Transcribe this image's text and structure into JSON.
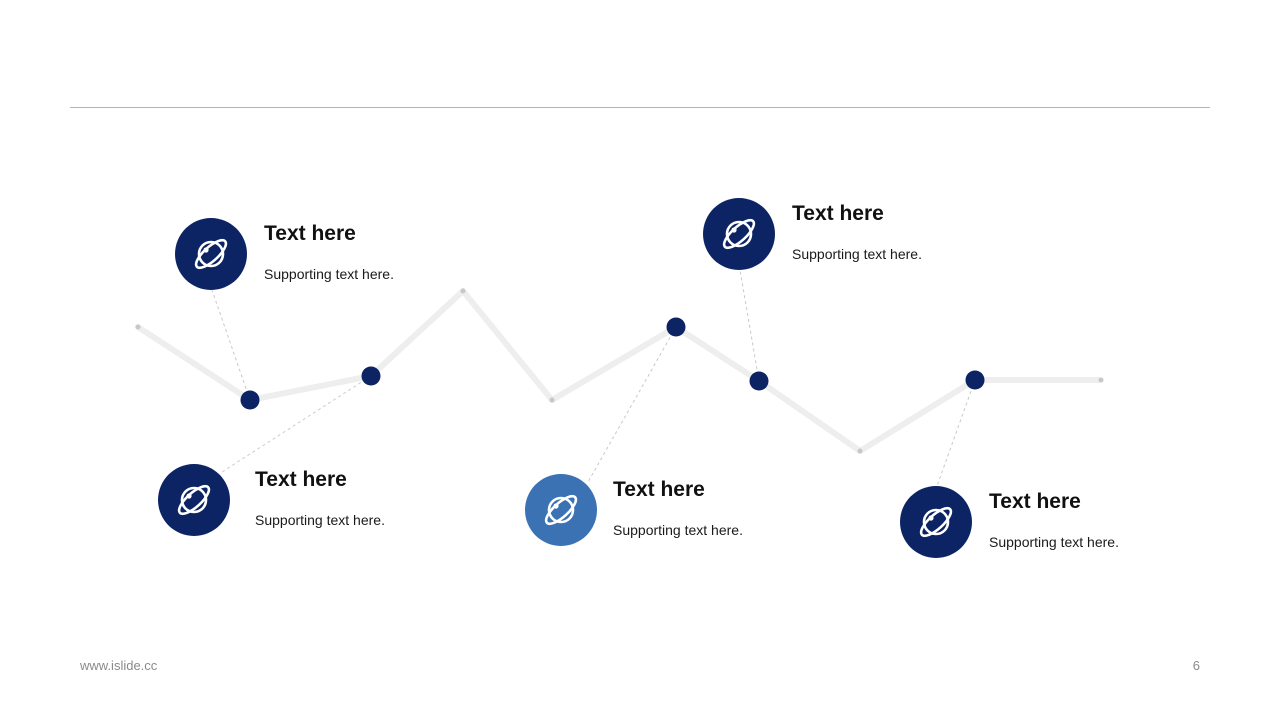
{
  "colors": {
    "dark_navy": "#0c2464",
    "mid_blue": "#3a72b4",
    "track": "#eeeeee",
    "connector": "#c8c8c8",
    "rule": "#b4b4b4"
  },
  "items": [
    {
      "title": "Text here",
      "subtitle": "Supporting text here.",
      "icon": "planet-icon",
      "color": "#0c2464"
    },
    {
      "title": "Text here",
      "subtitle": "Supporting text here.",
      "icon": "planet-icon",
      "color": "#0c2464"
    },
    {
      "title": "Text here",
      "subtitle": "Supporting text here.",
      "icon": "planet-icon",
      "color": "#3a72b4"
    },
    {
      "title": "Text here",
      "subtitle": "Supporting text here.",
      "icon": "planet-icon",
      "color": "#0c2464"
    },
    {
      "title": "Text here",
      "subtitle": "Supporting text here.",
      "icon": "planet-icon",
      "color": "#0c2464"
    }
  ],
  "footer": {
    "website": "www.islide.cc",
    "page_number": "6"
  }
}
